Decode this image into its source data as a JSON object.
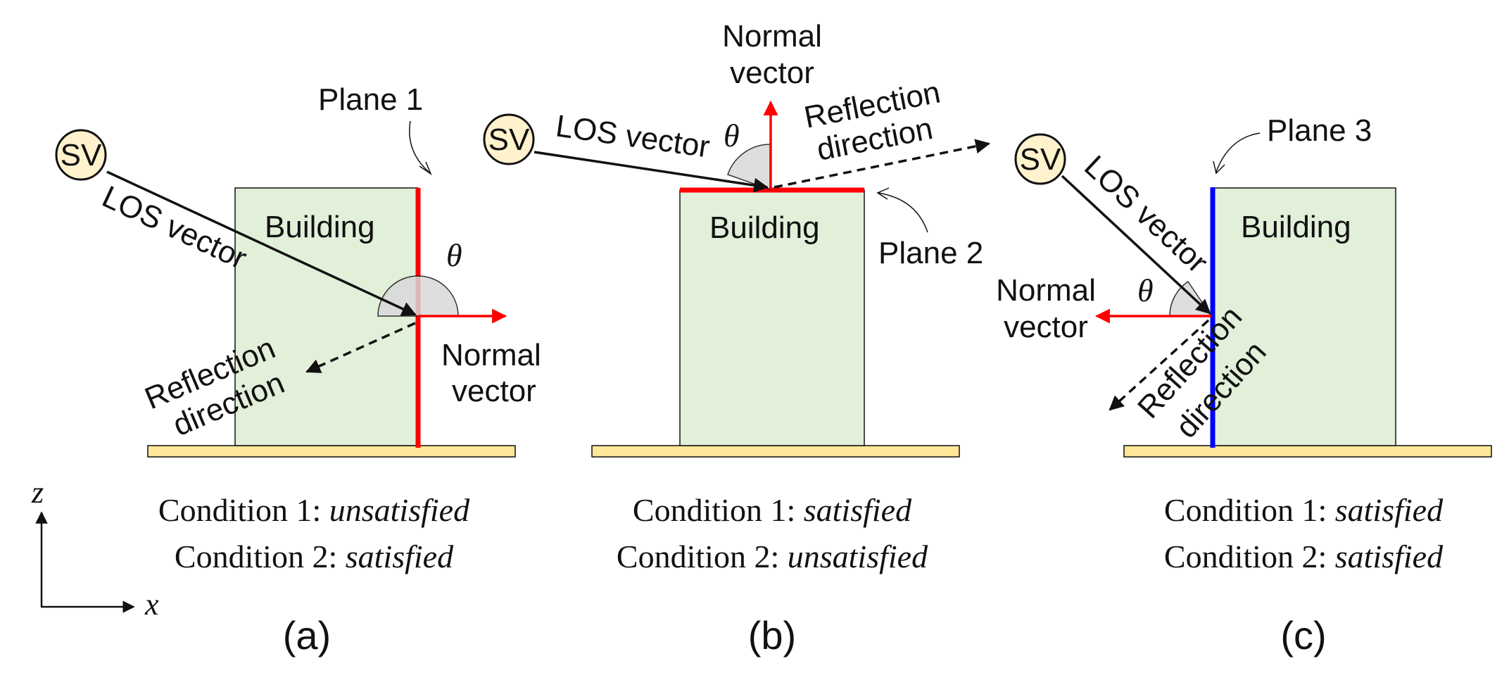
{
  "panels": [
    {
      "sv": "SV",
      "los": "LOS vector",
      "plane": "Plane 1",
      "building": "Building",
      "theta": "θ",
      "normal": [
        "Normal",
        "vector"
      ],
      "reflection": [
        "Reflection",
        "direction"
      ],
      "cond1_prefix": "Condition 1: ",
      "cond1_value": "unsatisfied",
      "cond2_prefix": "Condition 2: ",
      "cond2_value": "satisfied",
      "caption": "(a)"
    },
    {
      "sv": "SV",
      "los": "LOS vector",
      "plane": "Plane 2",
      "building": "Building",
      "theta": "θ",
      "normal": [
        "Normal",
        "vector"
      ],
      "reflection": [
        "Reflection",
        "direction"
      ],
      "cond1_prefix": "Condition 1: ",
      "cond1_value": "satisfied",
      "cond2_prefix": "Condition 2: ",
      "cond2_value": "unsatisfied",
      "caption": "(b)"
    },
    {
      "sv": "SV",
      "los": "LOS vector",
      "plane": "Plane 3",
      "building": "Building",
      "theta": "θ",
      "normal": [
        "Normal",
        "vector"
      ],
      "reflection": [
        "Reflection",
        "direction"
      ],
      "cond1_prefix": "Condition 1: ",
      "cond1_value": "satisfied",
      "cond2_prefix": "Condition 2: ",
      "cond2_value": "satisfied",
      "caption": "(c)"
    }
  ],
  "axes": {
    "z": "z",
    "x": "x"
  },
  "colors": {
    "building": "#e2efd9",
    "ground": "#ffe699",
    "sv": "#fff2cc",
    "plane_red": "#ff0000",
    "plane_blue": "#0000ff",
    "normal_arrow": "#ff0000"
  }
}
